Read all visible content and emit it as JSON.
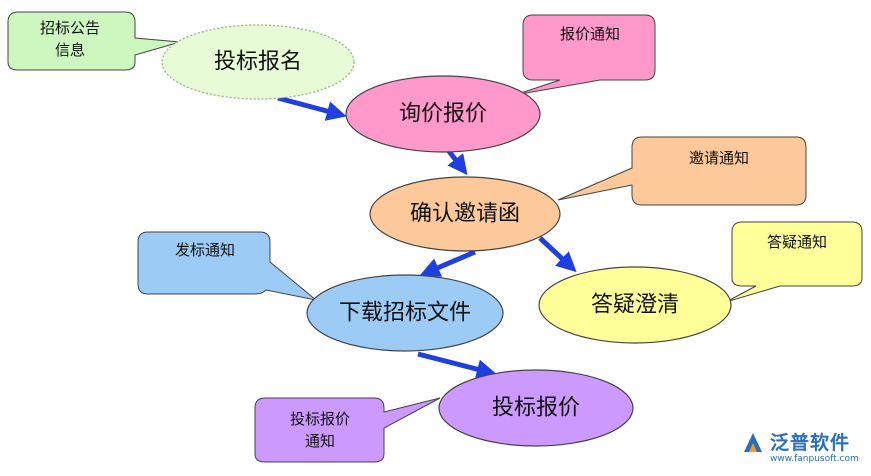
{
  "nodes": {
    "toubiao_baoming": "投标报名",
    "xunjia_baojia": "询价报价",
    "queren_yaoqinghan": "确认邀请函",
    "xiazai_zhaobiao_wenjian": "下载招标文件",
    "dayi_chengqing": "答疑澄清",
    "toubiao_baojia": "投标报价"
  },
  "notes": {
    "zhaobiao_gonggao": [
      "招标公告",
      "信息"
    ],
    "baojia_tongzhi": [
      "报价通知"
    ],
    "yaoqing_tongzhi": [
      "邀请通知"
    ],
    "fabiao_tongzhi": [
      "发标通知"
    ],
    "dayi_tongzhi": [
      "答疑通知"
    ],
    "toubiao_baojia_tongzhi": [
      "投标报价",
      "通知"
    ]
  },
  "colors": {
    "green": "#e6fbd6",
    "green_note": "#cdf7bf",
    "pink": "#ff99cc",
    "peach": "#fdc99a",
    "blue": "#9ccbf5",
    "yellow": "#ffff99",
    "purple": "#cc99ff",
    "arrow": "#1f3fe0",
    "brand": "#2a6fb8"
  },
  "logo": {
    "name": "泛普软件",
    "url": "www.fanpusoft.com"
  }
}
